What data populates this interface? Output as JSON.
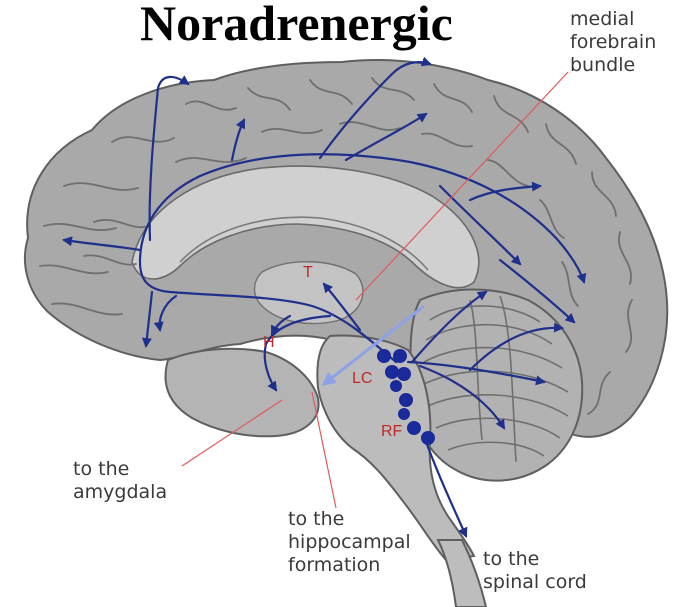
{
  "title": "Noradrenergic",
  "labels": {
    "medial_forebrain_bundle": [
      "medial",
      "forebrain",
      "bundle"
    ],
    "to_amygdala": [
      "to the",
      "amygdala"
    ],
    "to_hippocampal_formation": [
      "to the",
      "hippocampal",
      "formation"
    ],
    "to_spinal_cord": [
      "to the",
      "spinal cord"
    ]
  },
  "markers": {
    "thalamus": "T",
    "hypothalamus": "H",
    "locus_coeruleus": "LC",
    "reticular_formation": "RF"
  },
  "colors": {
    "pathway": "#1f2f8c",
    "nucleus": "#1a2a9a",
    "marker_text": "#c0282a",
    "leader_line": "#e05a5a",
    "brain_fill": "#a9a9a9",
    "brain_light": "#c6c6c6",
    "sulcus": "#6f6f6f"
  }
}
